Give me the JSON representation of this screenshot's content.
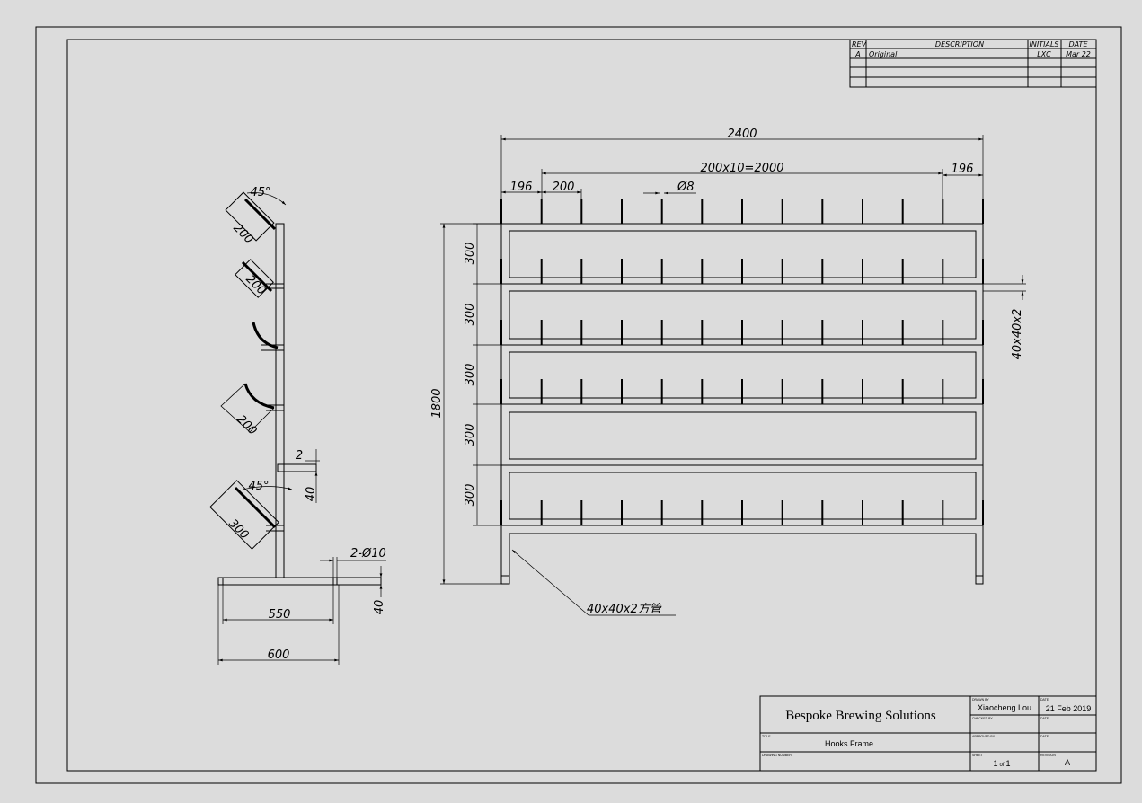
{
  "revision_table": {
    "headers": {
      "rev": "REV",
      "description": "DESCRIPTION",
      "initials": "INITIALS",
      "date": "DATE"
    },
    "rows": [
      {
        "rev": "A",
        "description": "Original",
        "initials": "LXC",
        "date": "Mar 22"
      }
    ]
  },
  "title_block": {
    "company": "Bespoke Brewing Solutions",
    "labels": {
      "drawn_by": "DRAWN BY",
      "checked_by": "CHECKED BY",
      "approved_by": "APPROVED BY",
      "date": "DATE",
      "title": "TITLE",
      "drawing_number": "DRAWING NUMBER",
      "sheet": "SHEET",
      "revision": "REVISION"
    },
    "drawn_by": "Xiaocheng Lou",
    "drawn_date": "21 Feb 2019",
    "title": "Hooks Frame",
    "sheet_number": "1",
    "sheet_of": "of",
    "sheet_total": "1",
    "revision": "A"
  },
  "front_view": {
    "overall_width": "2400",
    "hook_span": "200x10=2000",
    "edge_offset_left": "196",
    "edge_offset_right": "196",
    "hook_pitch": "200",
    "hook_diameter": "Ø8",
    "overall_height": "1800",
    "row_spacing": [
      "300",
      "300",
      "300",
      "300",
      "300"
    ],
    "tube_size": "40x40x2",
    "tube_callout": "40x40x2方管"
  },
  "side_view": {
    "angle_top": "45°",
    "angle_bottom": "45°",
    "basket_widths": [
      "200",
      "200",
      "200",
      "300"
    ],
    "bracket_thickness": "2",
    "bracket_height": "40",
    "bolt_holes": "2-Ø10",
    "foot_height": "40",
    "foot_inner": "550",
    "foot_outer": "600"
  },
  "colors": {
    "background": "#dcdcdc",
    "ink": "#000000"
  }
}
